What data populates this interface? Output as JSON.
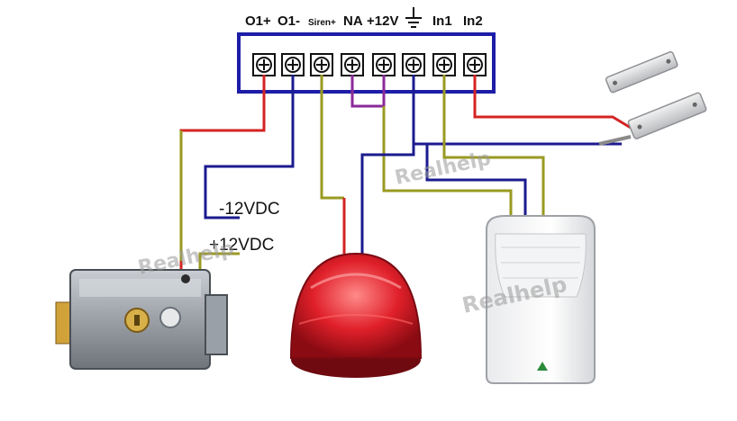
{
  "terminal_labels": [
    "O1+",
    "O1-",
    "Siren+",
    "NA",
    "+12V",
    "In1",
    "In2"
  ],
  "power_labels": {
    "minus": "-12VDC",
    "plus": "+12VDC"
  },
  "watermark": "Realhelp",
  "colors": {
    "frame": "#1d1da8",
    "red_wire": "#d42323",
    "blue_wire": "#1b1b8f",
    "olive_wire": "#9a9a22",
    "purple_wire": "#8a2a9a"
  }
}
